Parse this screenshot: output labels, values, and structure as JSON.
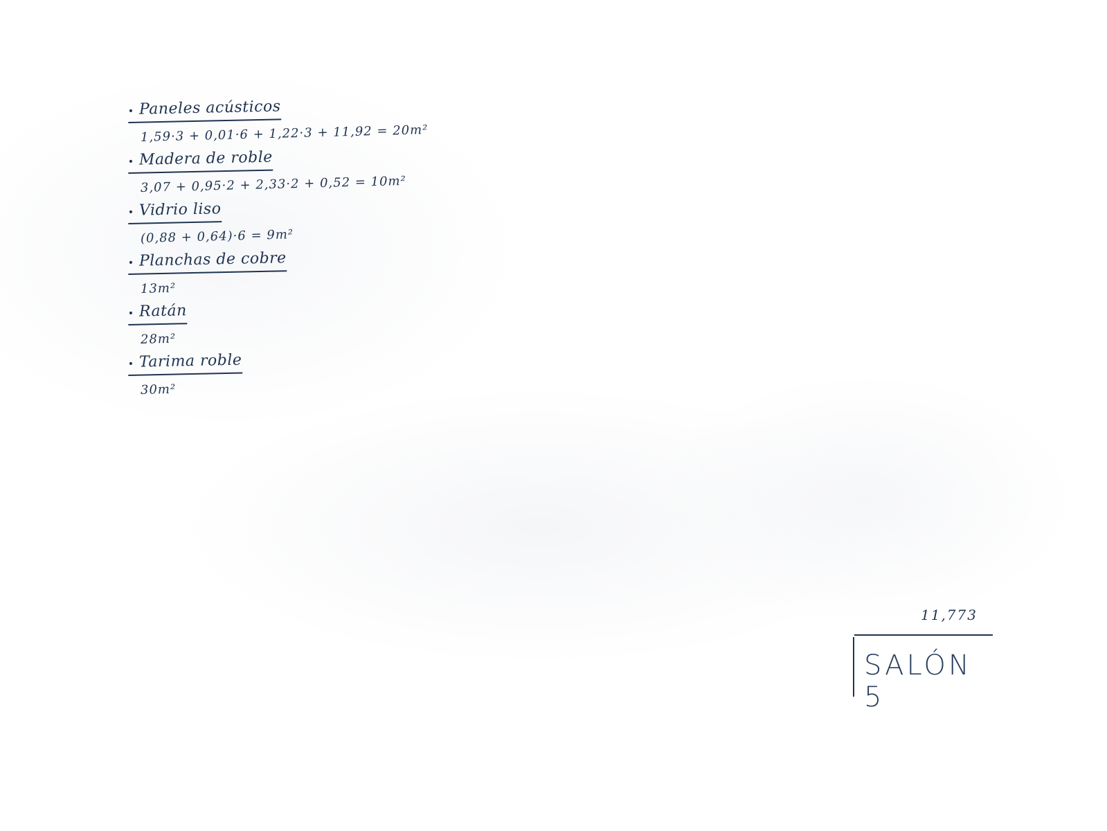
{
  "items": [
    {
      "title": "Paneles acústicos",
      "calc": "1,59·3 + 0,01·6 + 1,22·3 + 11,92 = 20m²"
    },
    {
      "title": "Madera de roble",
      "calc": "3,07 + 0,95·2 + 2,33·2 + 0,52 = 10m²"
    },
    {
      "title": "Vidrio liso",
      "calc": "(0,88 + 0,64)·6 = 9m²"
    },
    {
      "title": "Planchas de cobre",
      "calc": "13m²"
    },
    {
      "title": "Ratán",
      "calc": "28m²"
    },
    {
      "title": "Tarima roble",
      "calc": "30m²"
    }
  ],
  "label": {
    "number": "11,773",
    "room": "SALÓN 5"
  },
  "colors": {
    "ink": "#1f3350",
    "paper": "#ffffff"
  }
}
